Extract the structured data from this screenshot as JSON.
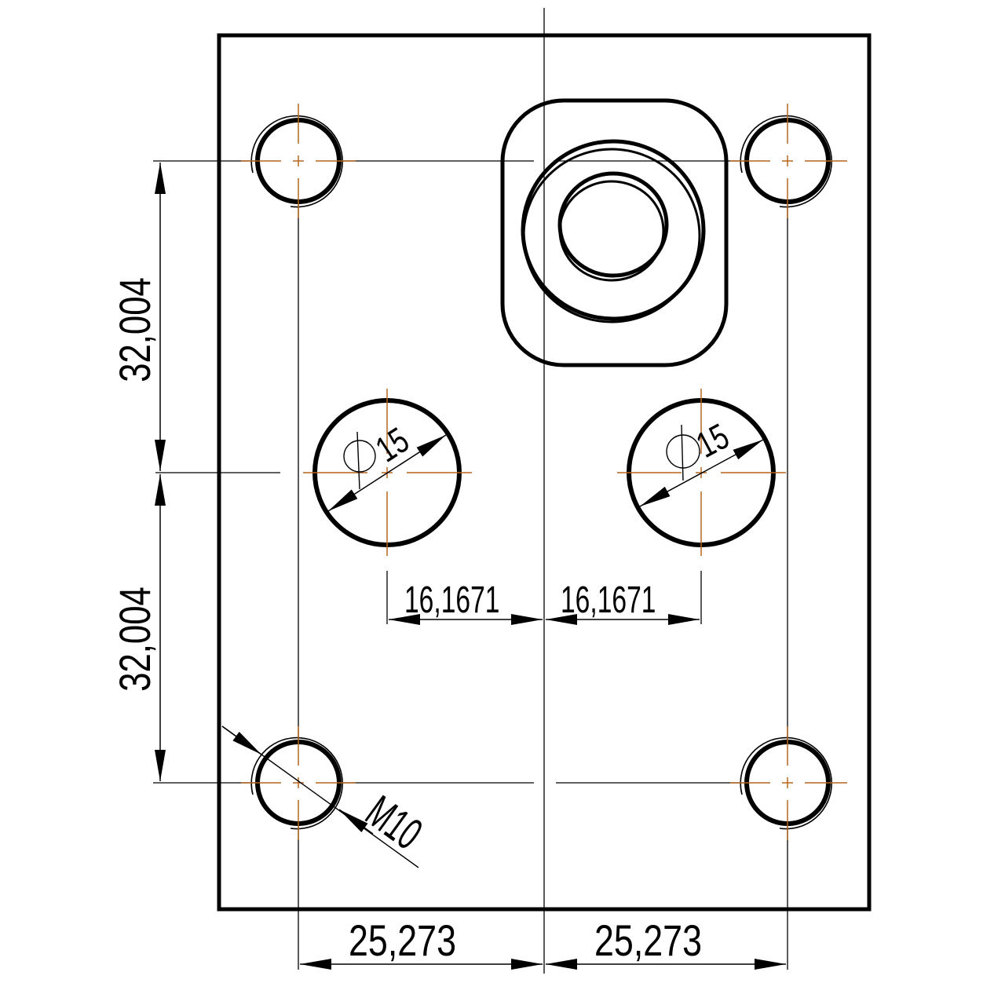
{
  "drawing": {
    "type": "mechanical-plate-drawing",
    "colors": {
      "outline": "#000000",
      "centerline": "#b5651d",
      "background": "#ffffff"
    }
  },
  "dimensions": {
    "vertical_upper": {
      "value": "32,004"
    },
    "vertical_lower": {
      "value": "32,004"
    },
    "horizontal_bottom_left": {
      "value": "25,273"
    },
    "horizontal_bottom_right": {
      "value": "25,273"
    },
    "horizontal_mid_left": {
      "value": "16,1671"
    },
    "horizontal_mid_right": {
      "value": "16,1671"
    },
    "diameter_left": {
      "symbol": "⌀",
      "value": "15"
    },
    "diameter_right": {
      "symbol": "⌀",
      "value": "15"
    },
    "thread_callout": {
      "value": "M10"
    }
  },
  "features": {
    "threaded_holes": [
      {
        "id": "top-left",
        "spec": "M10"
      },
      {
        "id": "top-right",
        "spec": "M10"
      },
      {
        "id": "bottom-left",
        "spec": "M10"
      },
      {
        "id": "bottom-right",
        "spec": "M10"
      }
    ],
    "through_holes": [
      {
        "id": "mid-left",
        "diameter": "15"
      },
      {
        "id": "mid-right",
        "diameter": "15"
      }
    ],
    "boss": {
      "id": "top-center-boss",
      "shape": "rounded-square-with-concentric-circles"
    }
  }
}
